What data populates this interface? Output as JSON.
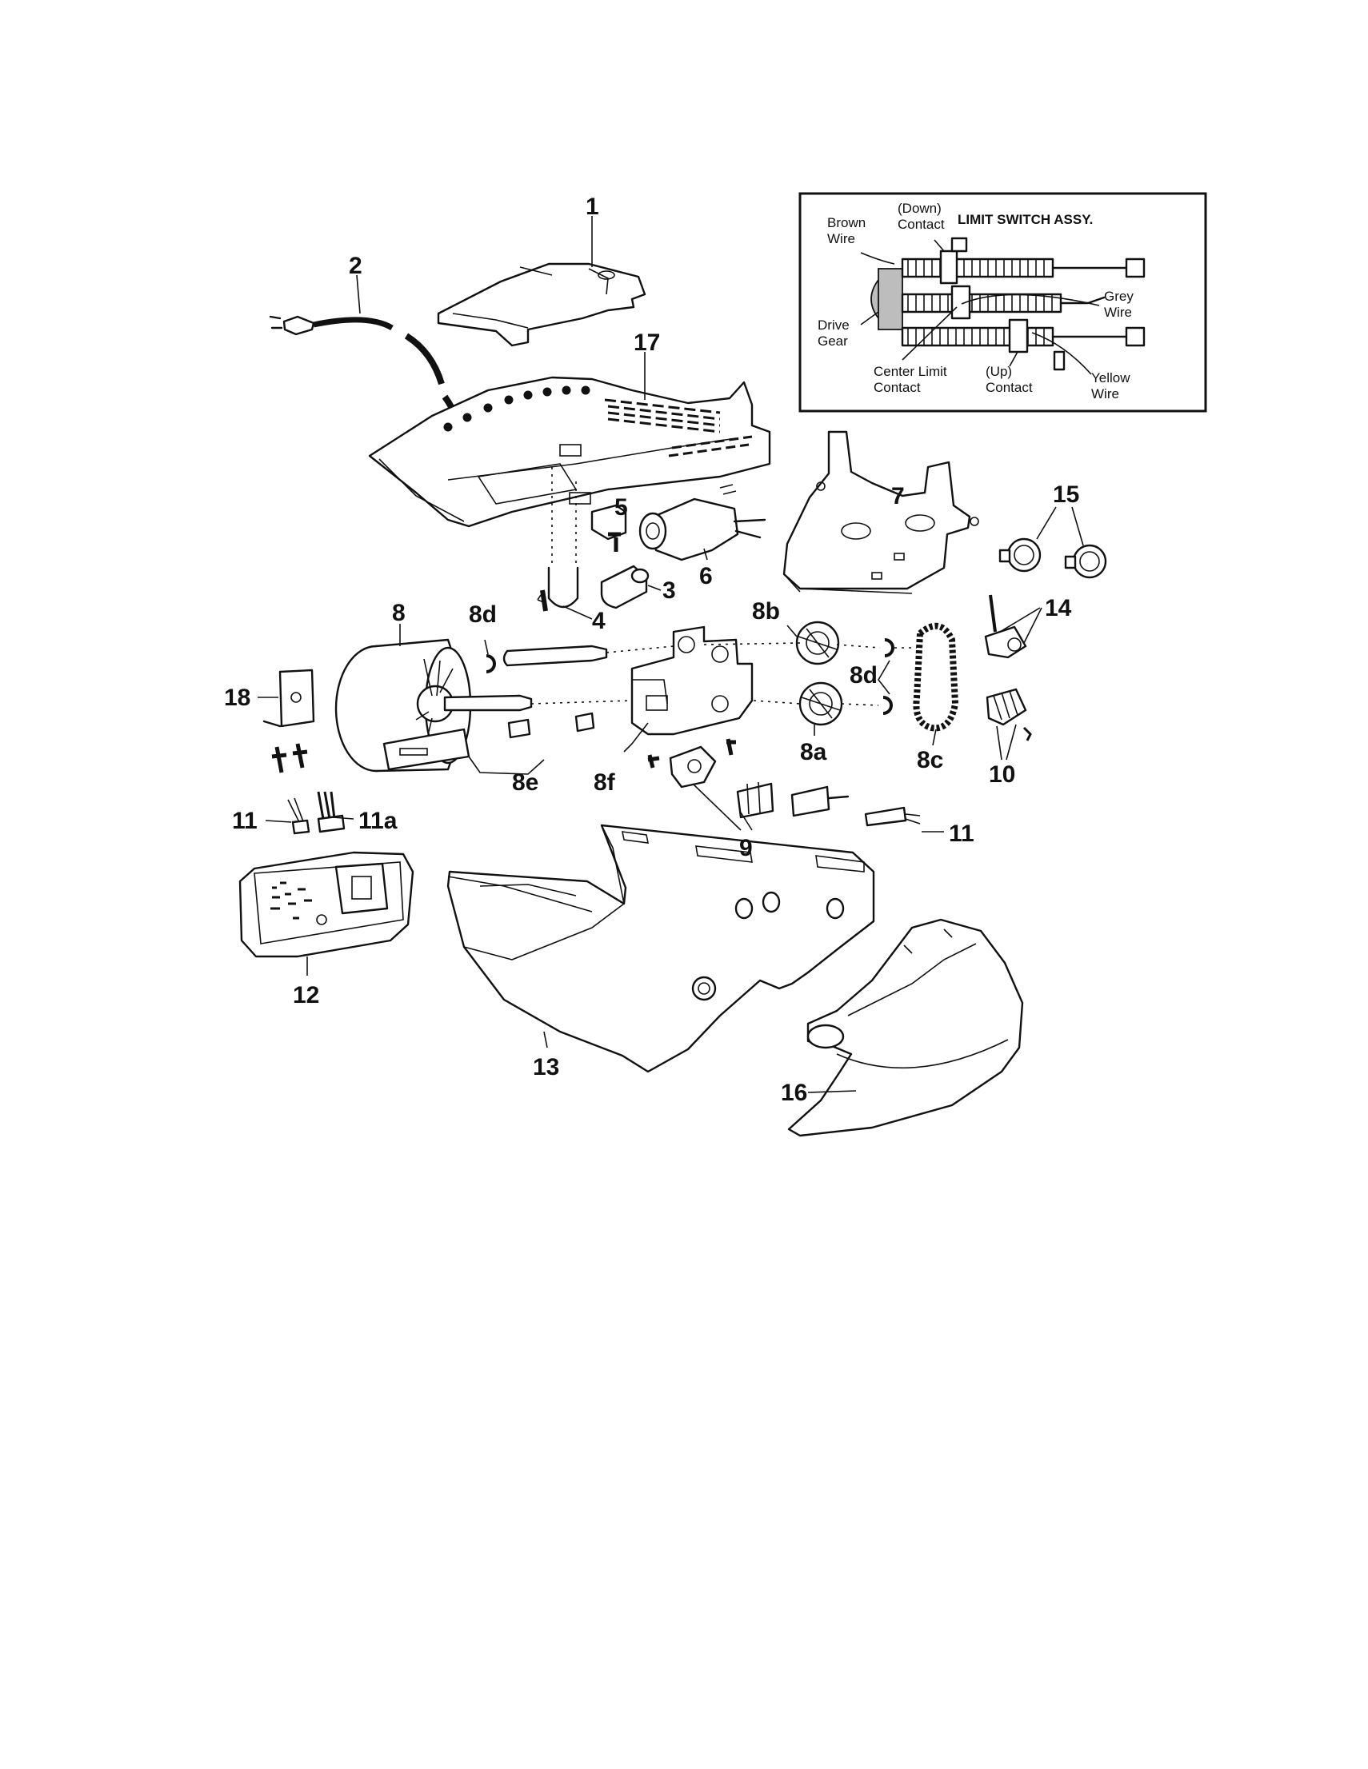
{
  "callouts": {
    "c1": "1",
    "c2": "2",
    "c3": "3",
    "c4": "4",
    "c5": "5",
    "c6": "6",
    "c7": "7",
    "c8": "8",
    "c8a": "8a",
    "c8b": "8b",
    "c8c": "8c",
    "c8d_left": "8d",
    "c8d_right": "8d",
    "c8e": "8e",
    "c8f": "8f",
    "c9": "9",
    "c10": "10",
    "c11_left": "11",
    "c11a": "11a",
    "c11_right": "11",
    "c12": "12",
    "c13": "13",
    "c14": "14",
    "c15": "15",
    "c16": "16",
    "c17": "17",
    "c18": "18"
  },
  "inset": {
    "title": "LIMIT SWITCH ASSY.",
    "brown_wire_1": "Brown",
    "brown_wire_2": "Wire",
    "down_contact_1": "(Down)",
    "down_contact_2": "Contact",
    "grey_wire_1": "Grey",
    "grey_wire_2": "Wire",
    "drive_gear_1": "Drive",
    "drive_gear_2": "Gear",
    "center_limit_1": "Center Limit",
    "center_limit_2": "Contact",
    "up_contact_1": "(Up)",
    "up_contact_2": "Contact",
    "yellow_wire_1": "Yellow",
    "yellow_wire_2": "Wire"
  }
}
